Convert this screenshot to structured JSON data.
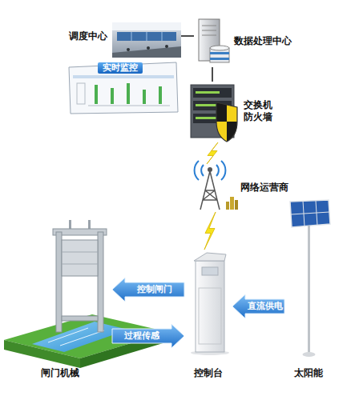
{
  "diagram": {
    "nodes": [
      {
        "text": [
          "调度中心"
        ]
      },
      {
        "text": [
          "数据处理中心"
        ]
      },
      {
        "text": [
          "交换机 防火墙"
        ]
      },
      {
        "text": [
          "网络运营商"
        ]
      },
      {
        "text": [
          "闸门机械"
        ]
      },
      {
        "text": [
          "控制台"
        ]
      },
      {
        "text": [
          "太阳能"
        ]
      }
    ],
    "edges": [
      {
        "from": 0,
        "to": 1,
        "arrow": "none"
      },
      {
        "from": 1,
        "to": 2,
        "arrow": "none"
      },
      {
        "from": 2,
        "to": 3,
        "arrow": "none"
      },
      {
        "from": 3,
        "to": 5,
        "arrow": "none"
      },
      {
        "from": 5,
        "to": 4,
        "label": "控制闸门",
        "arrow": "to"
      },
      {
        "from": 4,
        "to": 5,
        "label": "过程传感",
        "arrow": "to"
      },
      {
        "from": 6,
        "to": 5,
        "label": "直流供电",
        "arrow": "to"
      }
    ],
    "labels": [
      "实时监控"
    ]
  }
}
